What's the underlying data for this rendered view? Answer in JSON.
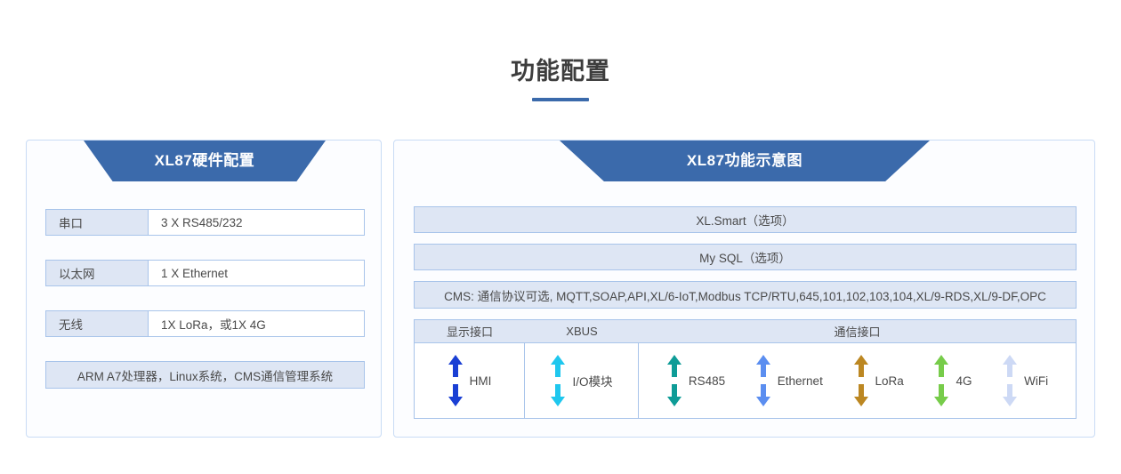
{
  "page": {
    "title": "功能配置",
    "accent_color": "#3b6aab"
  },
  "left_panel": {
    "banner_title": "XL87硬件配置",
    "rows": [
      {
        "label": "串口",
        "value": "3 X RS485/232"
      },
      {
        "label": "以太网",
        "value": "1 X Ethernet"
      },
      {
        "label": "无线",
        "value": "1X LoRa，或1X 4G"
      }
    ],
    "footer": "ARM A7处理器，Linux系统，CMS通信管理系统"
  },
  "right_panel": {
    "banner_title": "XL87功能示意图",
    "bands": [
      "XL.Smart（选项）",
      "My SQL（选项）",
      "CMS: 通信协议可选, MQTT,SOAP,API,XL/6-IoT,Modbus TCP/RTU,645,101,102,103,104,XL/9-RDS,XL/9-DF,OPC"
    ],
    "matrix": {
      "headers": [
        "显示接口",
        "XBUS",
        "通信接口"
      ],
      "display_ports": [
        {
          "label": "HMI",
          "icon": "bidirectional-arrow-icon",
          "color": "#1a3fd4"
        }
      ],
      "xbus_ports": [
        {
          "label": "I/O模块",
          "icon": "bidirectional-arrow-icon",
          "color": "#1fc7ee"
        }
      ],
      "comm_ports": [
        {
          "label": "RS485",
          "icon": "bidirectional-arrow-icon",
          "color": "#0e9c97"
        },
        {
          "label": "Ethernet",
          "icon": "bidirectional-arrow-icon",
          "color": "#5b8ef0"
        },
        {
          "label": "LoRa",
          "icon": "bidirectional-arrow-icon",
          "color": "#bc8722"
        },
        {
          "label": "4G",
          "icon": "bidirectional-arrow-icon",
          "color": "#77cc4a"
        },
        {
          "label": "WiFi",
          "icon": "bidirectional-arrow-icon",
          "color": "#cdd9f5"
        }
      ]
    }
  }
}
